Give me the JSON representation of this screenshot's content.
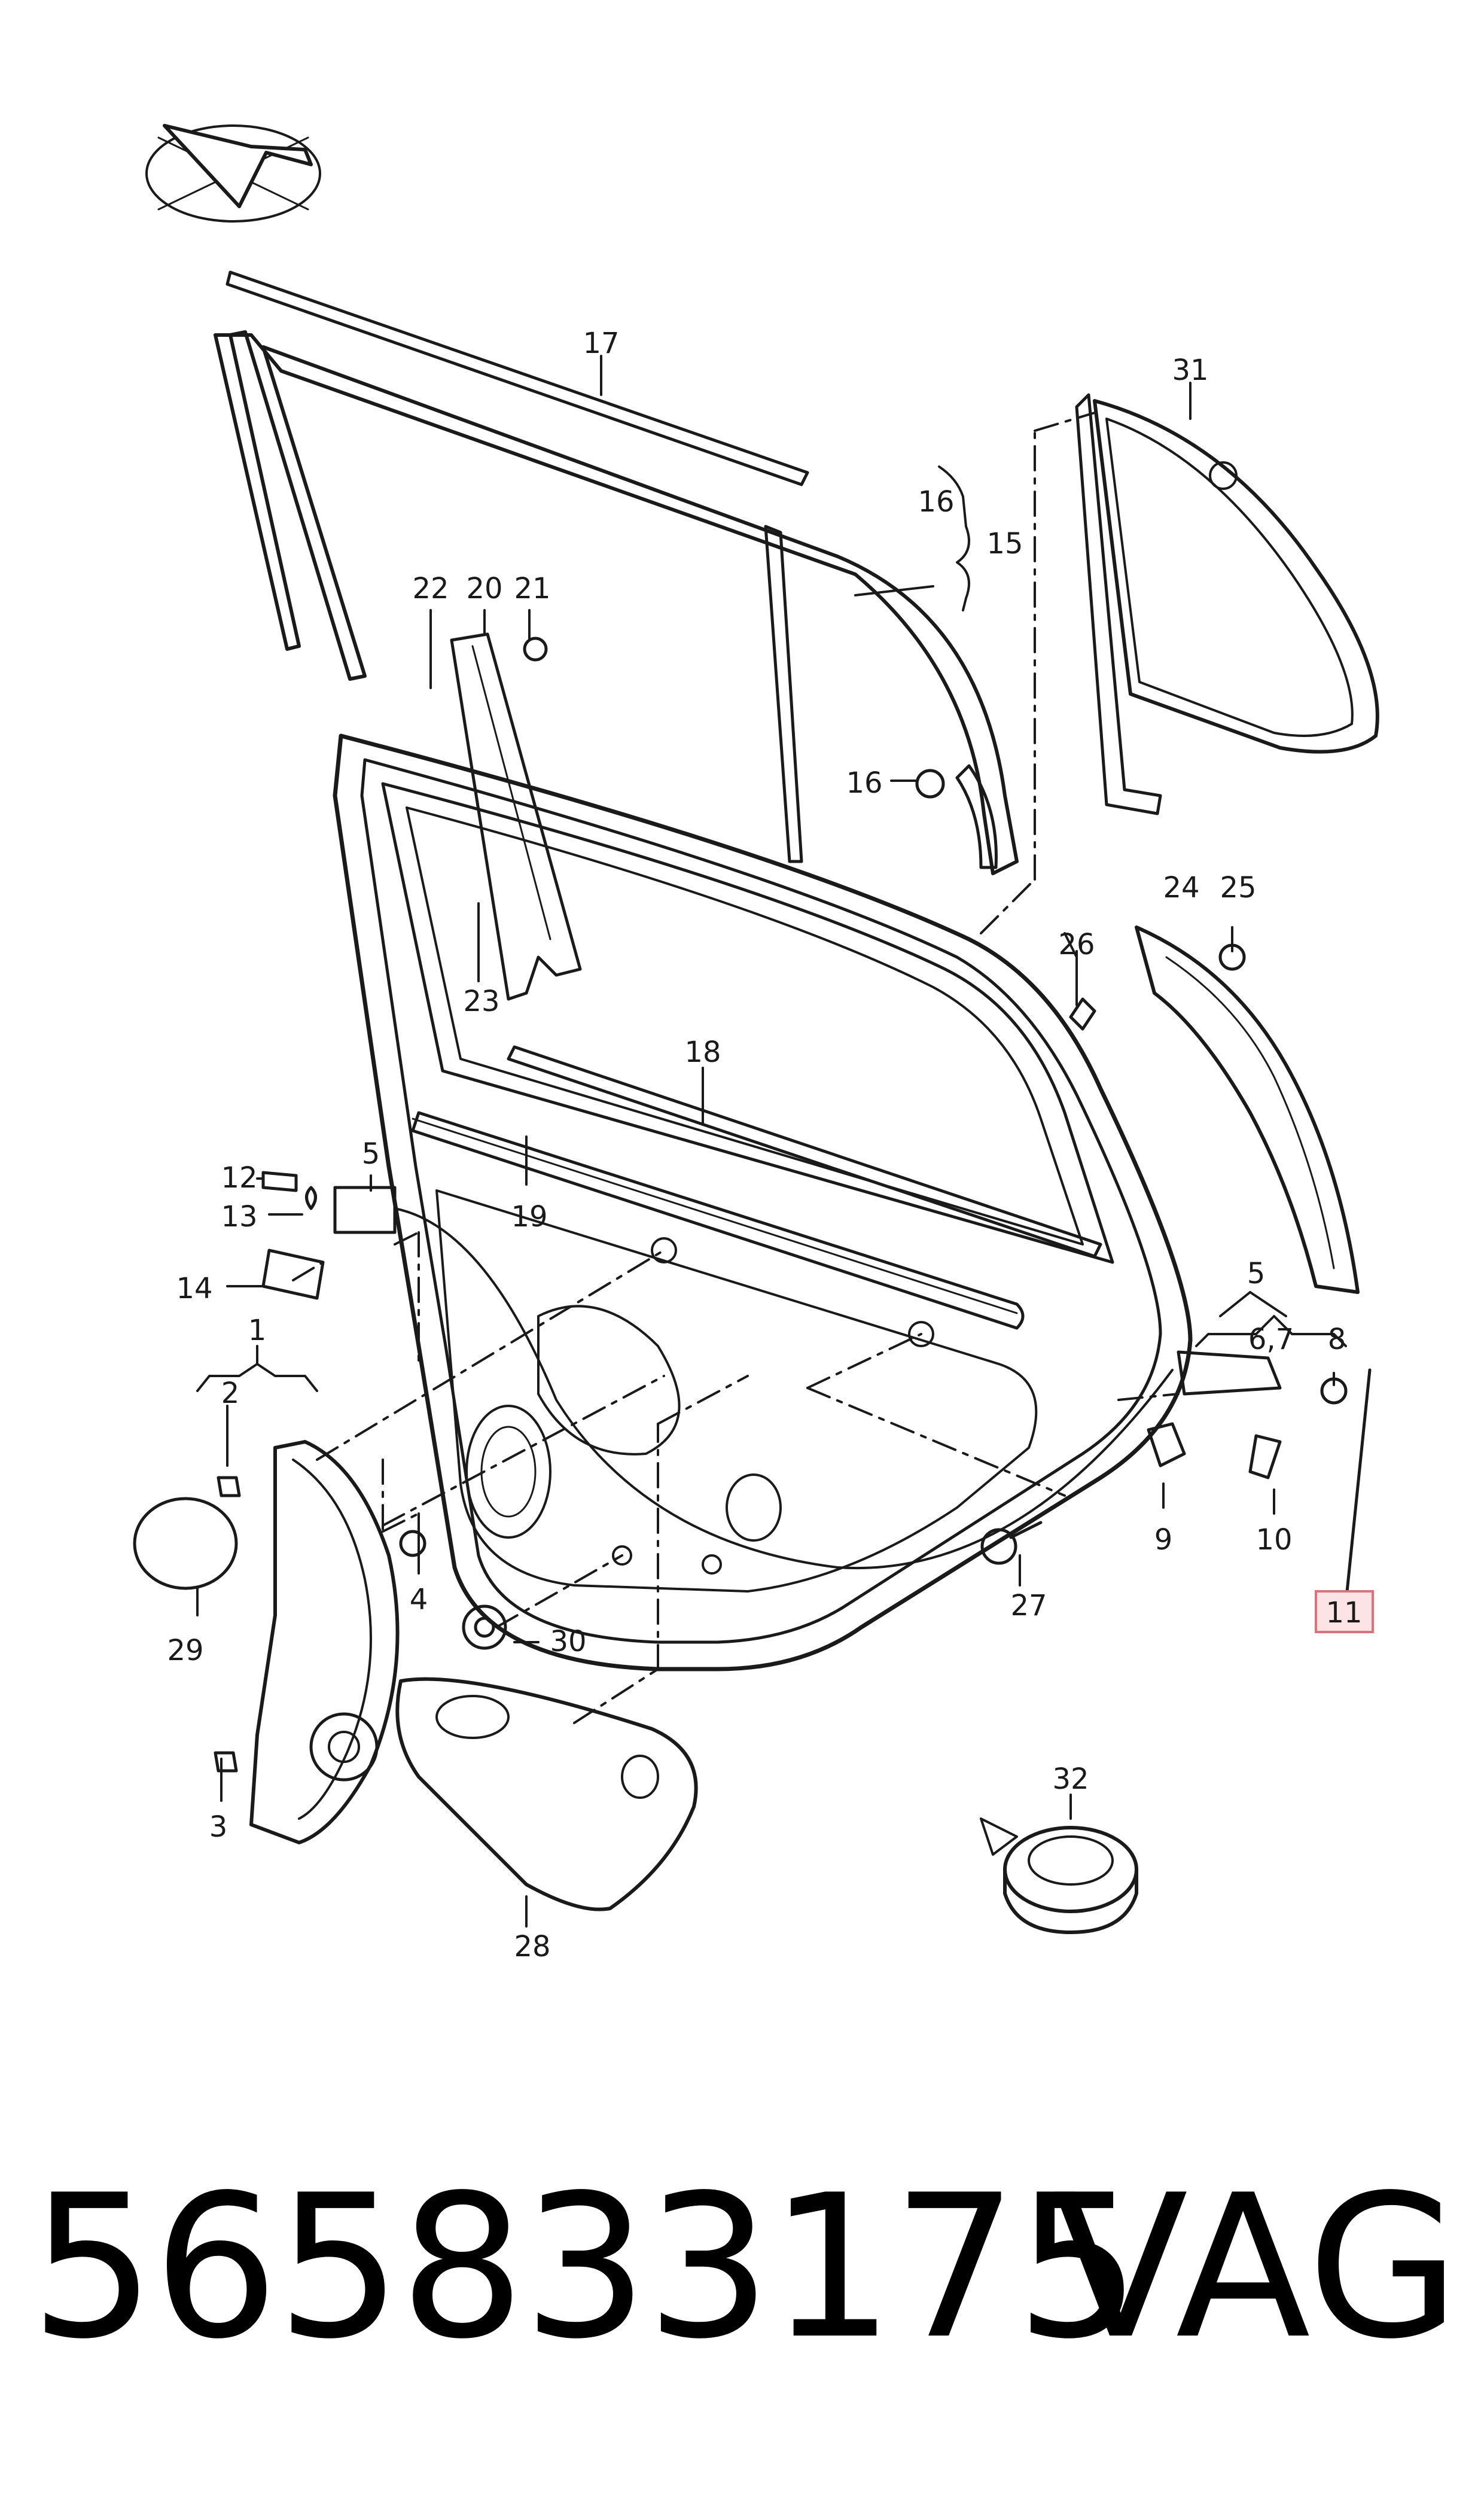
{
  "diagram": {
    "callouts": {
      "c1": "1",
      "c2": "2",
      "c3": "3",
      "c4": "4",
      "c5a": "5",
      "c5b": "5",
      "c67": "6,7",
      "c8": "8",
      "c9": "9",
      "c10": "10",
      "c11": "11",
      "c12": "12",
      "c13": "13",
      "c14": "14",
      "c15": "15",
      "c16a": "16",
      "c16b": "16",
      "c17": "17",
      "c18": "18",
      "c19": "19",
      "c20": "20",
      "c21": "21",
      "c22": "22",
      "c23": "23",
      "c24": "24",
      "c25": "25",
      "c26": "26",
      "c27": "27",
      "c28": "28",
      "c29": "29",
      "c30": "30",
      "c31": "31",
      "c32": "32"
    },
    "highlighted_callout": "11",
    "highlight_color": "#e0707a",
    "logo_icon": "car-front-direction-icon"
  },
  "footer": {
    "part_number": "565833175",
    "brand": "VAG"
  }
}
